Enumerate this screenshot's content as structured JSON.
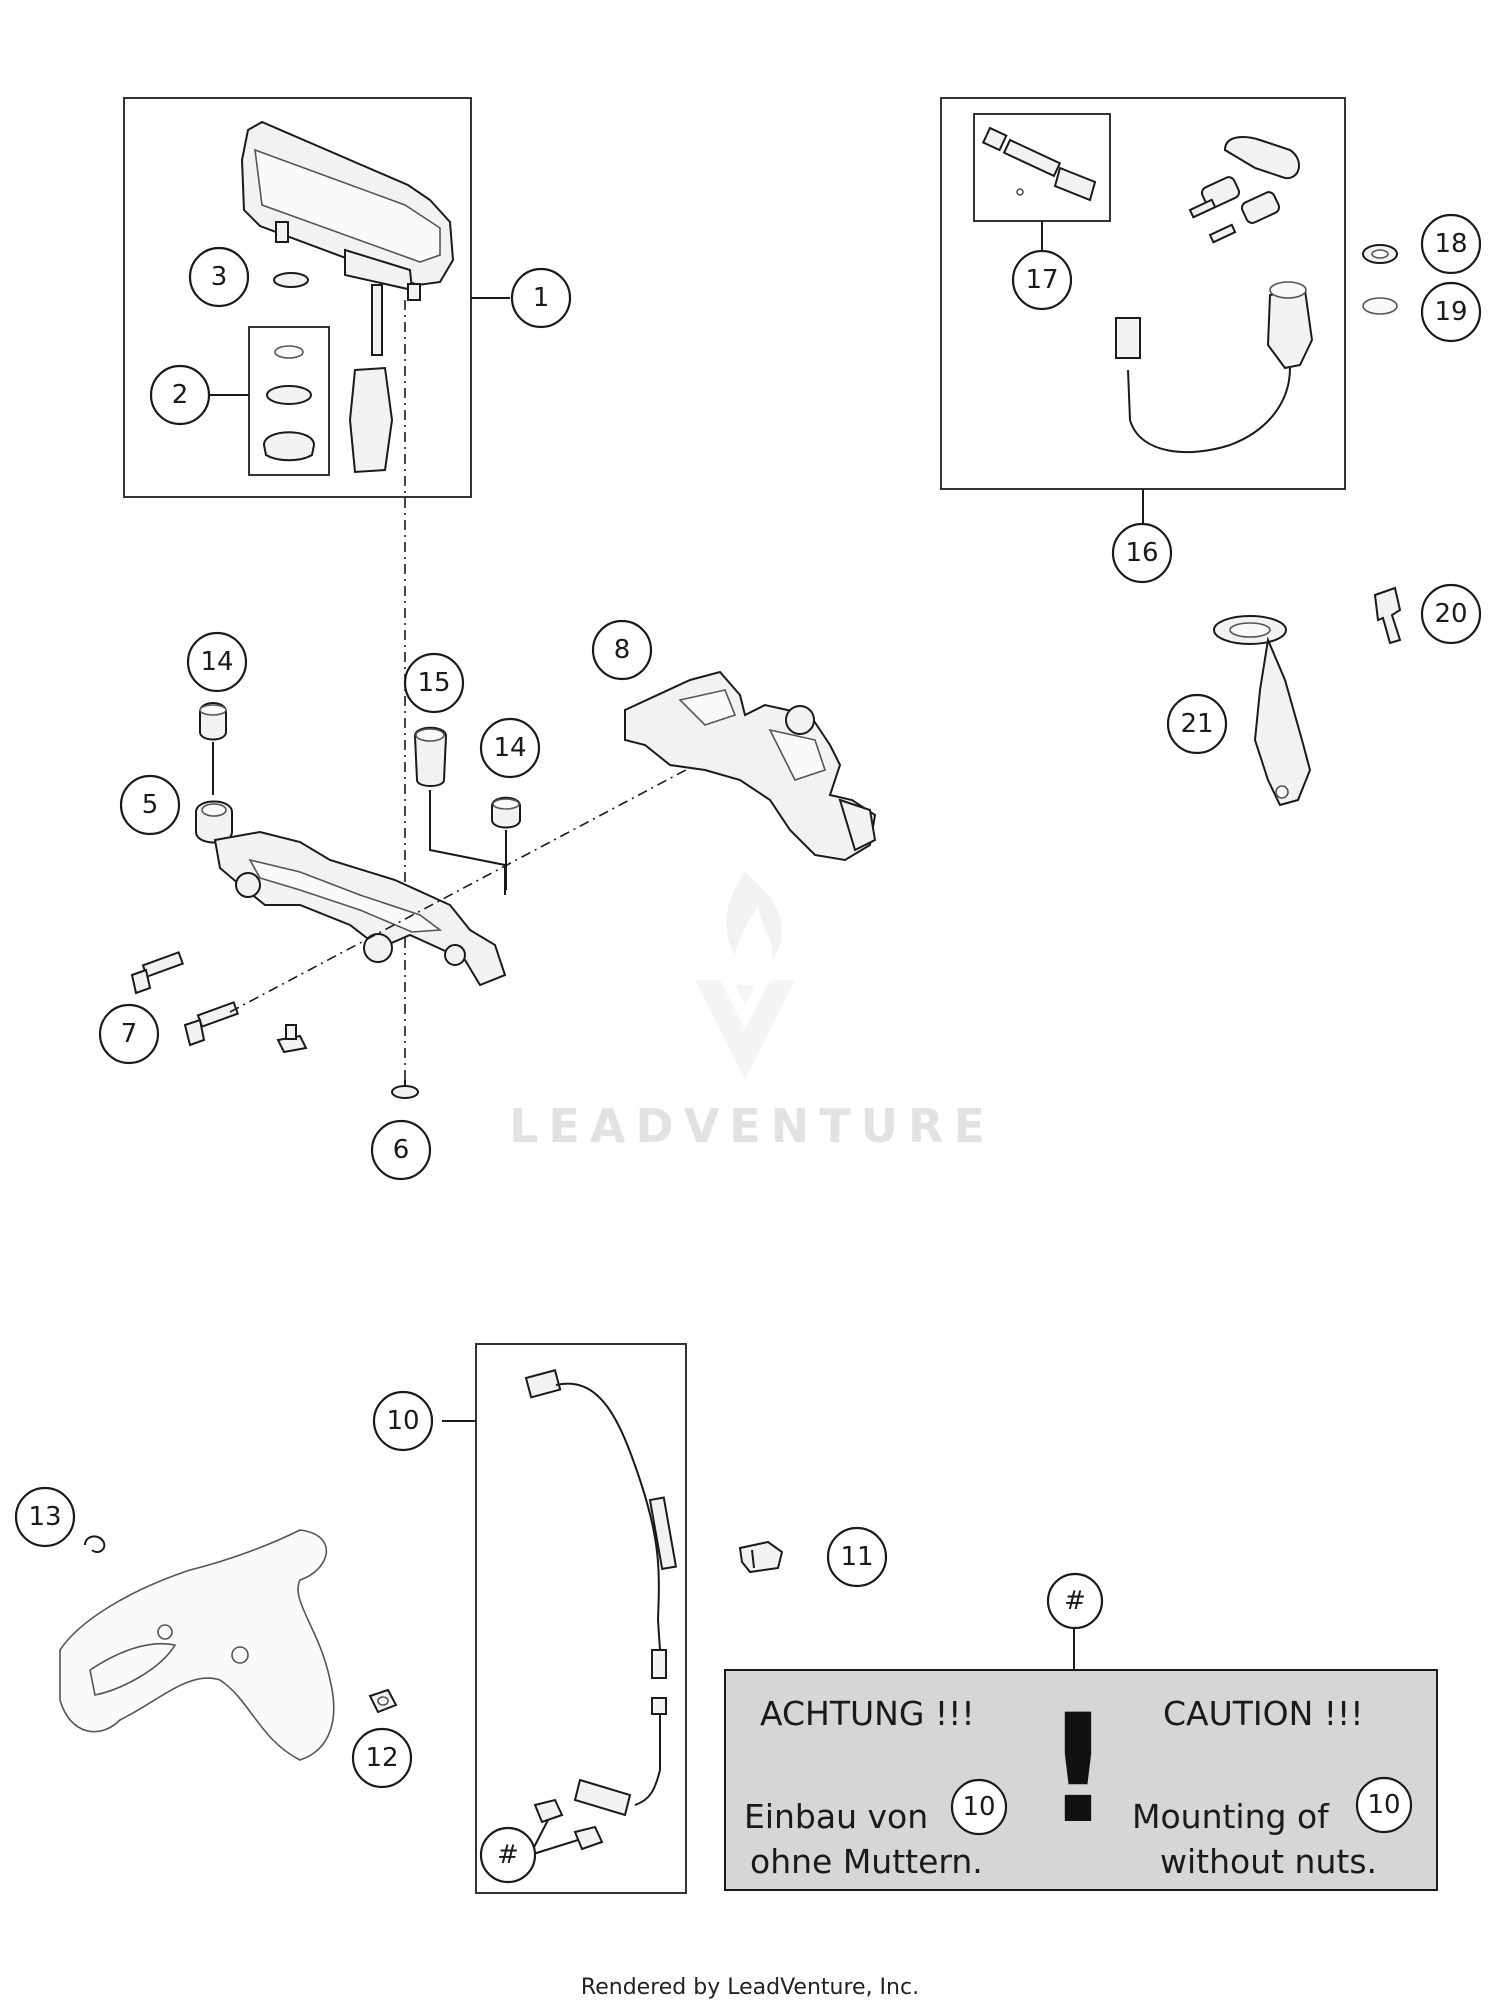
{
  "callouts": [
    {
      "id": "1",
      "label": "1"
    },
    {
      "id": "2",
      "label": "2"
    },
    {
      "id": "3",
      "label": "3"
    },
    {
      "id": "5",
      "label": "5"
    },
    {
      "id": "6",
      "label": "6"
    },
    {
      "id": "7",
      "label": "7"
    },
    {
      "id": "8",
      "label": "8"
    },
    {
      "id": "10",
      "label": "10"
    },
    {
      "id": "11",
      "label": "11"
    },
    {
      "id": "12",
      "label": "12"
    },
    {
      "id": "13",
      "label": "13"
    },
    {
      "id": "14a",
      "label": "14"
    },
    {
      "id": "14b",
      "label": "14"
    },
    {
      "id": "15",
      "label": "15"
    },
    {
      "id": "16",
      "label": "16"
    },
    {
      "id": "17",
      "label": "17"
    },
    {
      "id": "18",
      "label": "18"
    },
    {
      "id": "19",
      "label": "19"
    },
    {
      "id": "20",
      "label": "20"
    },
    {
      "id": "21",
      "label": "21"
    },
    {
      "id": "hash-top",
      "label": "#"
    },
    {
      "id": "hash-bottom",
      "label": "#"
    }
  ],
  "caution": {
    "left_title": "ACHTUNG !!!",
    "left_line1": "Einbau von",
    "left_line2": "ohne Muttern.",
    "right_title": "CAUTION !!!",
    "right_line1": "Mounting of",
    "right_line2": "without nuts.",
    "ref_left": "10",
    "ref_right": "10",
    "exclamation": "!"
  },
  "watermark": "LEADVENTURE",
  "footer": "Rendered by LeadVenture, Inc."
}
